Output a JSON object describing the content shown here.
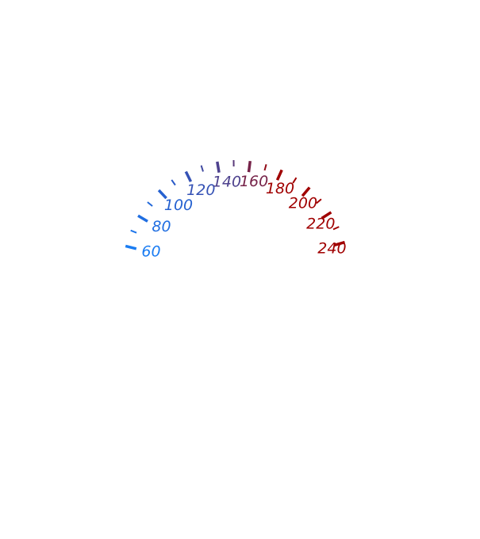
{
  "gauge": {
    "min": 60,
    "max": 240,
    "major_step": 20,
    "minor_step": 10,
    "labels": [
      "60",
      "80",
      "100",
      "120",
      "140",
      "160",
      "180",
      "200",
      "220",
      "240"
    ],
    "colors": {
      "start": "#1a7cf2",
      "mid": "#5a3a7a",
      "end": "#a00000"
    }
  }
}
